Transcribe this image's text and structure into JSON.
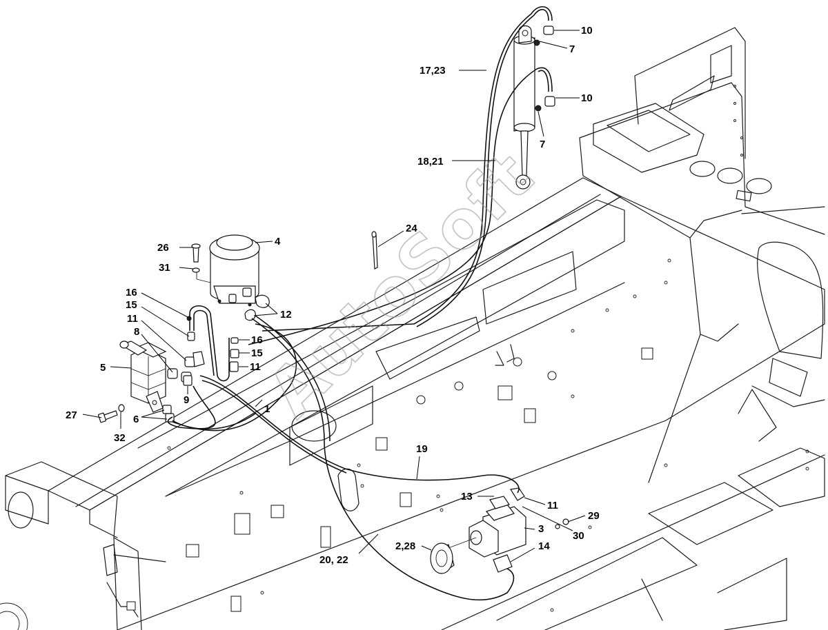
{
  "watermark": "AutoSoft",
  "callouts": {
    "c1": "1",
    "c2_28": "2,28",
    "c3": "3",
    "c4": "4",
    "c5": "5",
    "c6": "6",
    "c7a": "7",
    "c7b": "7",
    "c8": "8",
    "c9": "9",
    "c10a": "10",
    "c10b": "10",
    "c11a": "11",
    "c11b": "11",
    "c11c": "11",
    "c12": "12",
    "c13": "13",
    "c14": "14",
    "c15a": "15",
    "c15b": "15",
    "c16a": "16",
    "c16b": "16",
    "c17_23": "17,23",
    "c18_21": "18,21",
    "c19": "19",
    "c20_22": "20, 22",
    "c24": "24",
    "c26": "26",
    "c27": "27",
    "c29": "29",
    "c30": "30",
    "c31": "31",
    "c32": "32"
  }
}
